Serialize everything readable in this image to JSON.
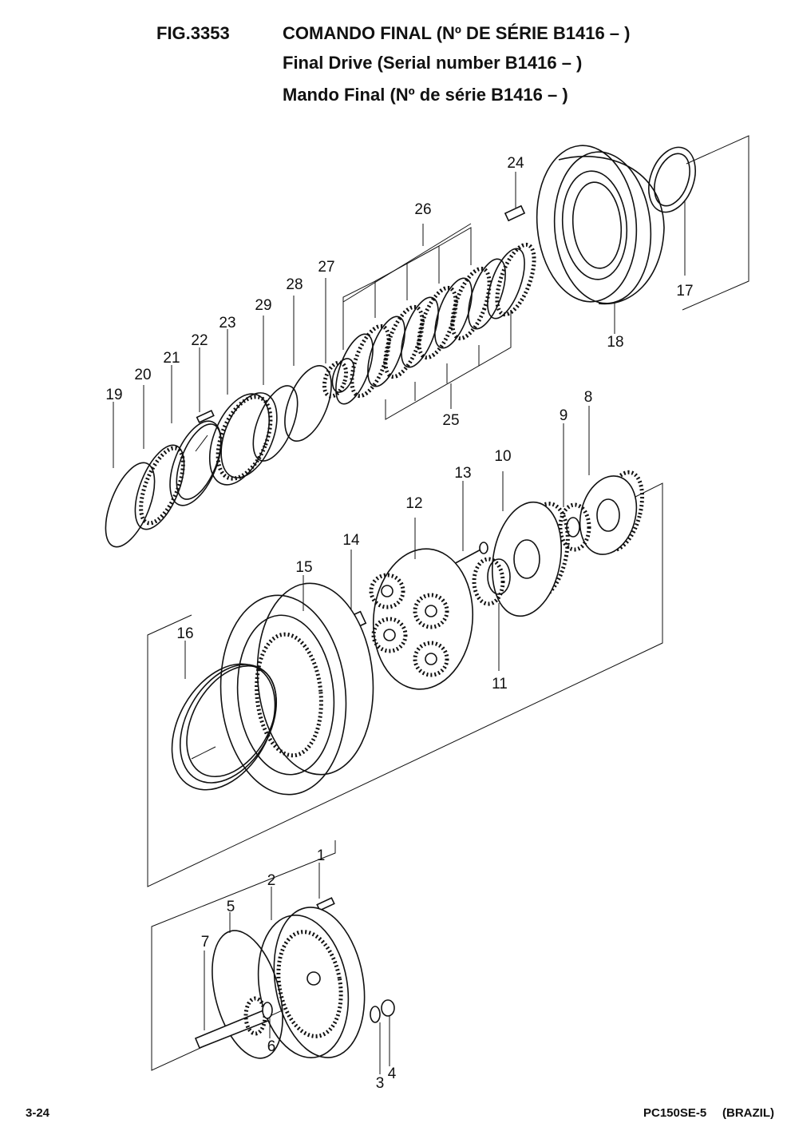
{
  "header": {
    "fig_number": "FIG.3353",
    "title_pt": "COMANDO FINAL (Nº DE SÉRIE B1416 – )",
    "title_en": "Final Drive (Serial number B1416 – )",
    "title_es": "Mando Final (Nº de série B1416 – )"
  },
  "callouts": [
    "1",
    "2",
    "3",
    "4",
    "5",
    "6",
    "7",
    "8",
    "9",
    "10",
    "11",
    "12",
    "13",
    "14",
    "15",
    "16",
    "17",
    "18",
    "19",
    "20",
    "21",
    "22",
    "23",
    "24",
    "25",
    "26",
    "27",
    "28",
    "29"
  ],
  "footer": {
    "page_number": "3-24",
    "model_code": "PC150SE-5",
    "region": "(BRAZIL)"
  }
}
